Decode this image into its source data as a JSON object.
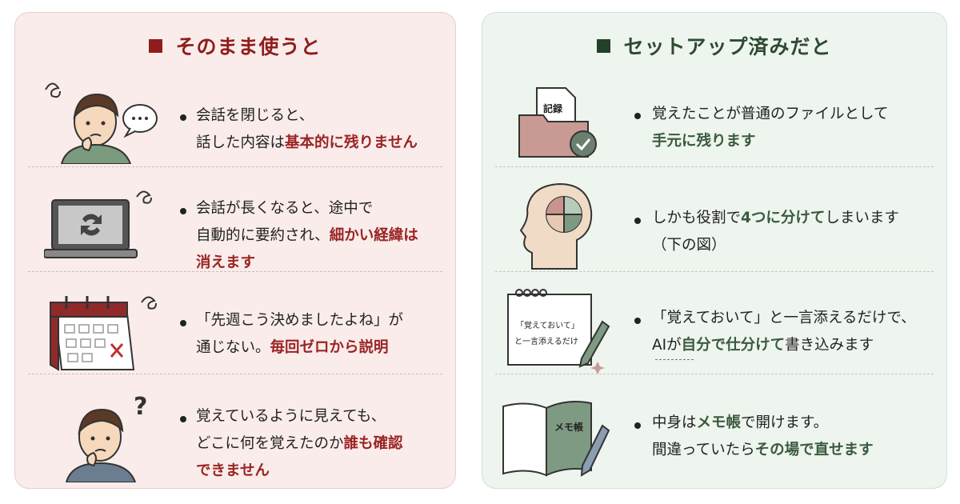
{
  "left": {
    "title": "そのまま使うと",
    "items": [
      {
        "lines": [
          [
            {
              "t": "会話を閉じると、",
              "hl": false
            }
          ],
          [
            {
              "t": "話した内容は",
              "hl": false
            },
            {
              "t": "基本的に残りません",
              "hl": true
            }
          ]
        ],
        "icon": "confused-person-speech-icon"
      },
      {
        "lines": [
          [
            {
              "t": "会話が長くなると、途中で",
              "hl": false
            }
          ],
          [
            {
              "t": "自動的に要約され、",
              "hl": false
            },
            {
              "t": "細かい経緯は",
              "hl": true
            }
          ],
          [
            {
              "t": "消えます",
              "hl": true
            }
          ]
        ],
        "icon": "laptop-sync-icon"
      },
      {
        "lines": [
          [
            {
              "t": "「先週こう決めましたよね」が",
              "hl": false
            }
          ],
          [
            {
              "t": "通じない。",
              "hl": false
            },
            {
              "t": "毎回ゼロから説明",
              "hl": true
            }
          ]
        ],
        "icon": "calendar-cross-icon"
      },
      {
        "lines": [
          [
            {
              "t": "覚えているように見えても、",
              "hl": false
            }
          ],
          [
            {
              "t": "どこに何を覚えたのか",
              "hl": false
            },
            {
              "t": "誰も確認",
              "hl": true
            }
          ],
          [
            {
              "t": "できません",
              "hl": true
            }
          ]
        ],
        "icon": "confused-person-question-icon"
      }
    ]
  },
  "right": {
    "title": "セットアップ済みだと",
    "items": [
      {
        "lines": [
          [
            {
              "t": "覚えたことが普通のファイルとして",
              "hl": false
            }
          ],
          [
            {
              "t": "手元に残ります",
              "hl": true
            }
          ]
        ],
        "icon": "file-tray-check-icon",
        "icon_label": "記録"
      },
      {
        "lines": [
          [
            {
              "t": "しかも役割で",
              "hl": false
            },
            {
              "t": "4つに分けて",
              "hl": true
            },
            {
              "t": "しまいます",
              "hl": false
            }
          ],
          [
            {
              "t": "（下の図）",
              "hl": false
            }
          ]
        ],
        "icon": "head-quadrants-icon"
      },
      {
        "lines": [
          [
            {
              "t": "「覚えておいて」と一言添えるだけで、",
              "hl": false
            }
          ],
          [
            {
              "t": "AIが",
              "hl": false
            },
            {
              "t": "自分で仕分けて",
              "hl": true
            },
            {
              "t": "書き込みます",
              "hl": false
            }
          ]
        ],
        "icon": "notepad-pen-icon",
        "icon_label_1": "「覚えておいて」",
        "icon_label_2": "と一言添えるだけ"
      },
      {
        "lines": [
          [
            {
              "t": "中身は",
              "hl": false
            },
            {
              "t": "メモ帳",
              "hl": true
            },
            {
              "t": "で開けます。",
              "hl": false
            }
          ],
          [
            {
              "t": "間違っていたら",
              "hl": false
            },
            {
              "t": "その場で直せます",
              "hl": true
            }
          ]
        ],
        "icon": "notebook-pen-icon",
        "icon_label": "メモ帳"
      }
    ]
  },
  "colors": {
    "left_accent": "#8f1d1d",
    "right_accent": "#2f4a33",
    "left_bg": "#f9ecea",
    "right_bg": "#eef4ee"
  }
}
